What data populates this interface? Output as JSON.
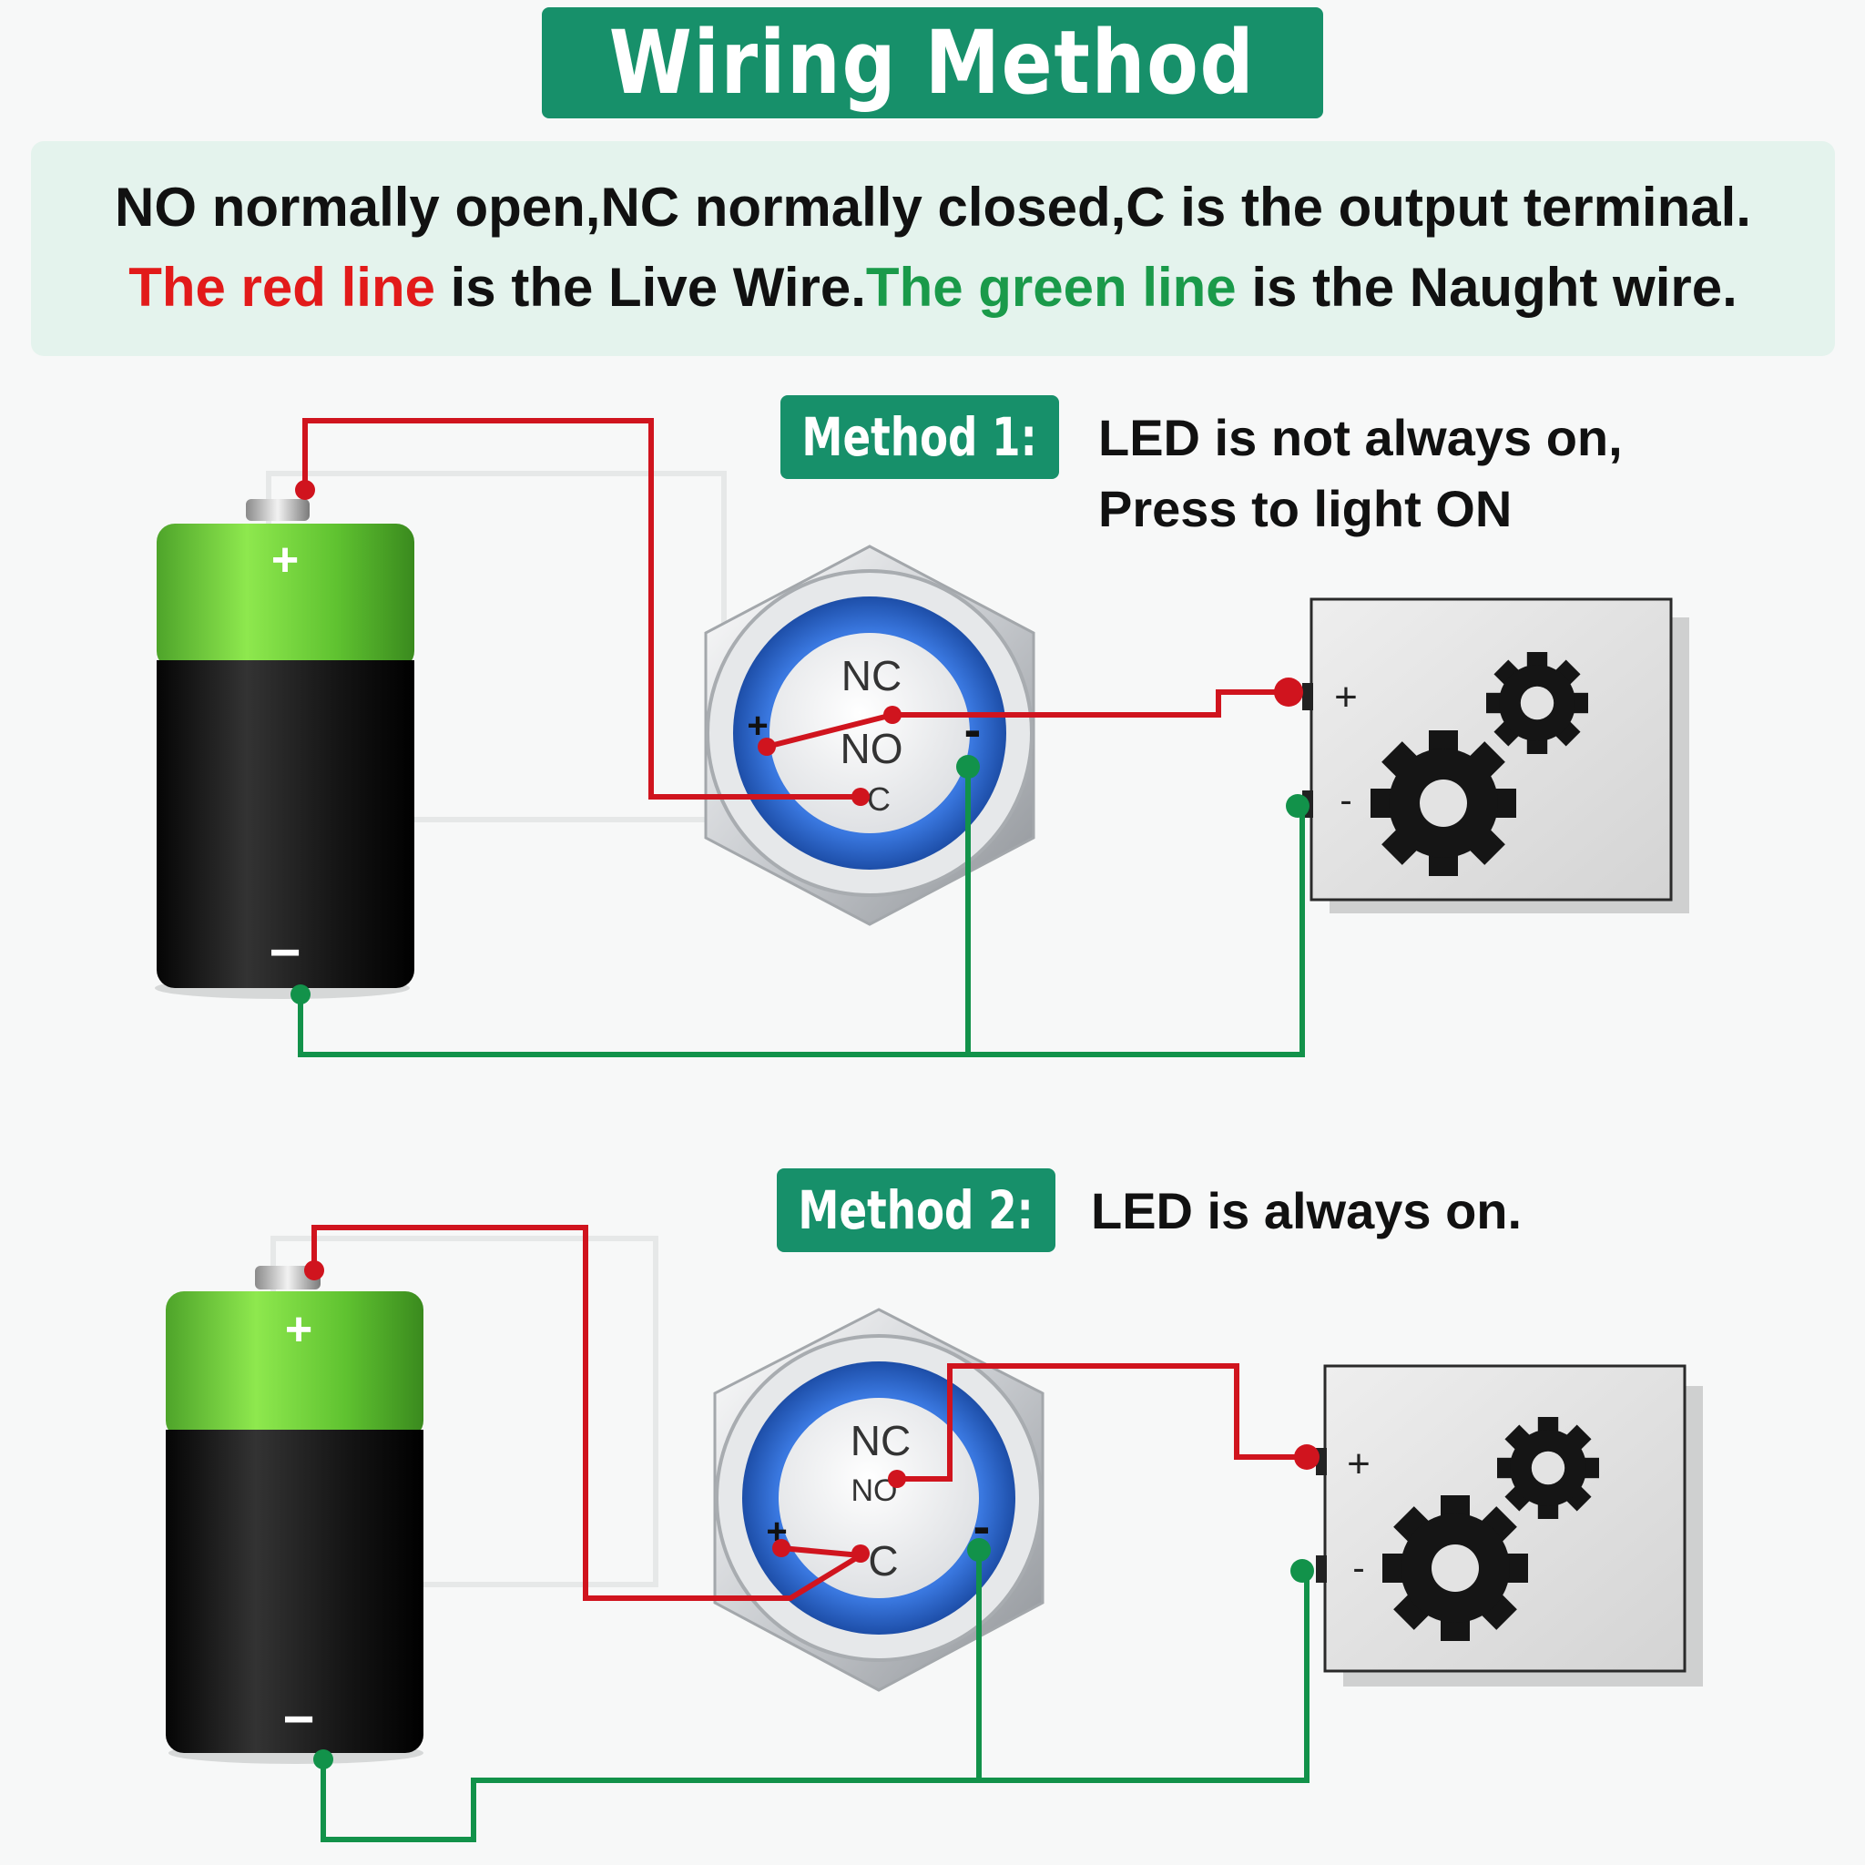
{
  "title": "Wiring Method",
  "info": {
    "line1": "NO normally open,NC normally closed,C is the output terminal.",
    "line2_red": "The red line",
    "line2_mid": " is the Live Wire.",
    "line2_green": "The green line",
    "line2_end": " is the Naught wire."
  },
  "method1": {
    "badge": "Method 1:",
    "desc_line1": "LED is not always on,",
    "desc_line2": "Press to light ON"
  },
  "method2": {
    "badge": "Method 2:",
    "desc": "LED is always on."
  },
  "terminals": {
    "nc": "NC",
    "no": "NO",
    "c": "C",
    "plus": "+",
    "minus": "-"
  },
  "battery": {
    "plus": "+",
    "minus": "−"
  },
  "colors": {
    "accent": "#17906a",
    "live_wire": "#d0141e",
    "neutral_wire": "#12924a",
    "switch_ring": "#2a62c8",
    "battery_green": "#6fcf3a",
    "battery_black": "#111111"
  },
  "icons": [
    "battery-icon",
    "push-switch-icon",
    "device-box-icon",
    "gear-icon"
  ]
}
